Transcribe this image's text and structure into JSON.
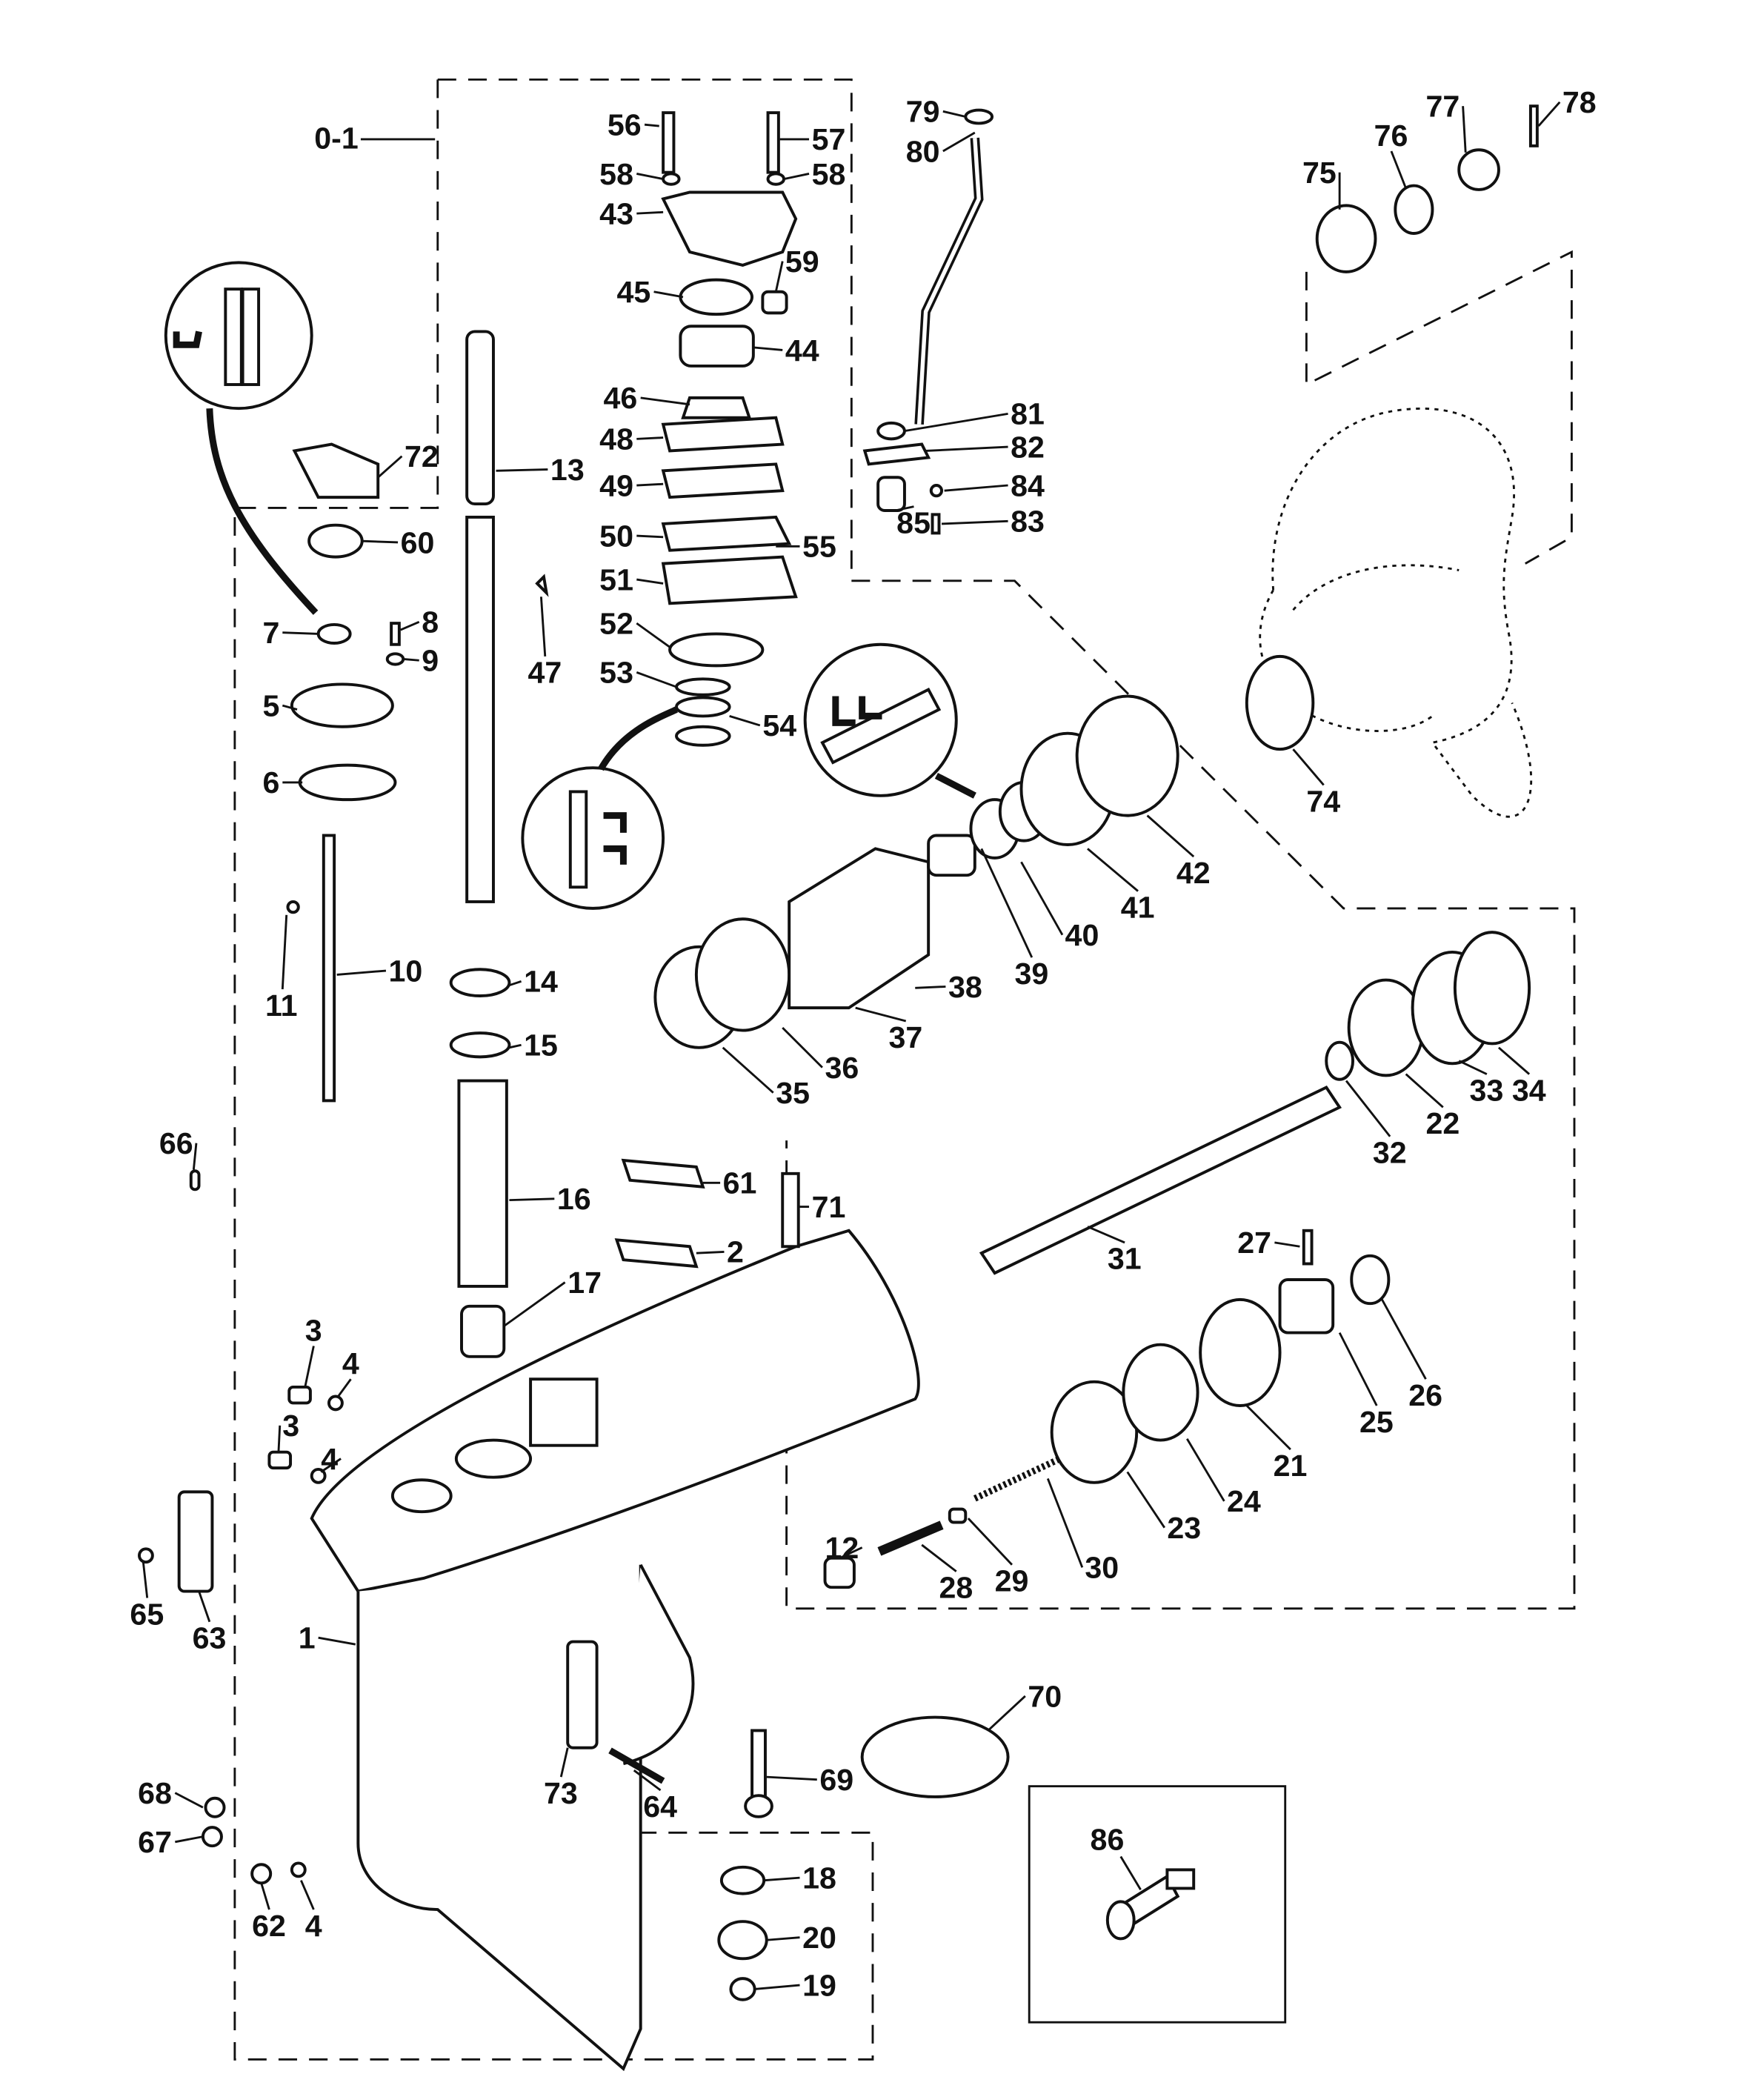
{
  "diagram": {
    "title": "Lower Unit (Gear Housing) Exploded Parts Diagram",
    "group_label": "0-1",
    "inset_box_part": "86",
    "parts": [
      {
        "id": "p1",
        "label": "1",
        "name": "gear-housing"
      },
      {
        "id": "p2",
        "label": "2",
        "name": "anode-plate-gasket"
      },
      {
        "id": "p3a",
        "label": "3",
        "name": "screw"
      },
      {
        "id": "p3b",
        "label": "3",
        "name": "screw"
      },
      {
        "id": "p4a",
        "label": "4",
        "name": "washer"
      },
      {
        "id": "p4b",
        "label": "4",
        "name": "washer"
      },
      {
        "id": "p4c",
        "label": "4",
        "name": "washer"
      },
      {
        "id": "p5",
        "label": "5",
        "name": "shift-shaft-bushing-retainer"
      },
      {
        "id": "p6",
        "label": "6",
        "name": "o-ring"
      },
      {
        "id": "p7",
        "label": "7",
        "name": "seal"
      },
      {
        "id": "p8",
        "label": "8",
        "name": "screw"
      },
      {
        "id": "p9",
        "label": "9",
        "name": "washer"
      },
      {
        "id": "p10",
        "label": "10",
        "name": "shift-shaft"
      },
      {
        "id": "p11",
        "label": "11",
        "name": "e-clip"
      },
      {
        "id": "p12",
        "label": "12",
        "name": "shift-cam"
      },
      {
        "id": "p13",
        "label": "13",
        "name": "drive-shaft"
      },
      {
        "id": "p14",
        "label": "14",
        "name": "bearing"
      },
      {
        "id": "p15",
        "label": "15",
        "name": "shim"
      },
      {
        "id": "p16",
        "label": "16",
        "name": "drive-shaft-tube"
      },
      {
        "id": "p17",
        "label": "17",
        "name": "needle-bearing"
      },
      {
        "id": "p18",
        "label": "18",
        "name": "shim"
      },
      {
        "id": "p19",
        "label": "19",
        "name": "pinion-nut"
      },
      {
        "id": "p20",
        "label": "20",
        "name": "pinion-gear"
      },
      {
        "id": "p21",
        "label": "21",
        "name": "forward-gear"
      },
      {
        "id": "p22",
        "label": "22",
        "name": "reverse-gear"
      },
      {
        "id": "p23",
        "label": "23",
        "name": "shim"
      },
      {
        "id": "p24",
        "label": "24",
        "name": "bearing"
      },
      {
        "id": "p25",
        "label": "25",
        "name": "clutch"
      },
      {
        "id": "p26",
        "label": "26",
        "name": "cross-pin-retainer"
      },
      {
        "id": "p27",
        "label": "27",
        "name": "cross-pin"
      },
      {
        "id": "p28",
        "label": "28",
        "name": "shift-plunger"
      },
      {
        "id": "p29",
        "label": "29",
        "name": "spring-guide"
      },
      {
        "id": "p30",
        "label": "30",
        "name": "spring"
      },
      {
        "id": "p31",
        "label": "31",
        "name": "propeller-shaft"
      },
      {
        "id": "p32",
        "label": "32",
        "name": "thrust-washer"
      },
      {
        "id": "p33",
        "label": "33",
        "name": "shim"
      },
      {
        "id": "p34",
        "label": "34",
        "name": "thrust-washer"
      },
      {
        "id": "p35",
        "label": "35",
        "name": "bearing"
      },
      {
        "id": "p36",
        "label": "36",
        "name": "o-ring"
      },
      {
        "id": "p37",
        "label": "37",
        "name": "bearing-carrier"
      },
      {
        "id": "p38",
        "label": "38",
        "name": "pin"
      },
      {
        "id": "p39",
        "label": "39",
        "name": "needle-bearing"
      },
      {
        "id": "p40",
        "label": "40",
        "name": "oil-seals"
      },
      {
        "id": "p41",
        "label": "41",
        "name": "tab-washer"
      },
      {
        "id": "p42",
        "label": "42",
        "name": "retainer-ring"
      },
      {
        "id": "p43",
        "label": "43",
        "name": "water-pump-body"
      },
      {
        "id": "p44",
        "label": "44",
        "name": "insert-cartridge"
      },
      {
        "id": "p45",
        "label": "45",
        "name": "plate"
      },
      {
        "id": "p46",
        "label": "46",
        "name": "impeller"
      },
      {
        "id": "p47",
        "label": "47",
        "name": "key"
      },
      {
        "id": "p48",
        "label": "48",
        "name": "gasket"
      },
      {
        "id": "p49",
        "label": "49",
        "name": "face-plate"
      },
      {
        "id": "p50",
        "label": "50",
        "name": "gasket"
      },
      {
        "id": "p51",
        "label": "51",
        "name": "pump-base"
      },
      {
        "id": "p52",
        "label": "52",
        "name": "gasket"
      },
      {
        "id": "p53",
        "label": "53",
        "name": "o-ring"
      },
      {
        "id": "p54",
        "label": "54",
        "name": "oil-seals"
      },
      {
        "id": "p55",
        "label": "55",
        "name": "dowel-pin"
      },
      {
        "id": "p56",
        "label": "56",
        "name": "bolt"
      },
      {
        "id": "p57",
        "label": "57",
        "name": "bolt"
      },
      {
        "id": "p58a",
        "label": "58",
        "name": "washer"
      },
      {
        "id": "p58b",
        "label": "58",
        "name": "washer"
      },
      {
        "id": "p59",
        "label": "59",
        "name": "grommet"
      },
      {
        "id": "p60",
        "label": "60",
        "name": "bushing"
      },
      {
        "id": "p61",
        "label": "61",
        "name": "anode"
      },
      {
        "id": "p62",
        "label": "62",
        "name": "drain-screw"
      },
      {
        "id": "p63",
        "label": "63",
        "name": "water-inlet-screen"
      },
      {
        "id": "p64",
        "label": "64",
        "name": "screw"
      },
      {
        "id": "p65",
        "label": "65",
        "name": "washer"
      },
      {
        "id": "p66",
        "label": "66",
        "name": "dowel-pin"
      },
      {
        "id": "p67",
        "label": "67",
        "name": "nut"
      },
      {
        "id": "p68",
        "label": "68",
        "name": "washer"
      },
      {
        "id": "p69",
        "label": "69",
        "name": "screw"
      },
      {
        "id": "p70",
        "label": "70",
        "name": "trim-tab"
      },
      {
        "id": "p71",
        "label": "71",
        "name": "bolt"
      },
      {
        "id": "p72",
        "label": "72",
        "name": "shift-coupler"
      },
      {
        "id": "p73",
        "label": "73",
        "name": "water-inlet-screen"
      },
      {
        "id": "p74",
        "label": "74",
        "name": "thrust-hub"
      },
      {
        "id": "p75",
        "label": "75",
        "name": "spacer"
      },
      {
        "id": "p76",
        "label": "76",
        "name": "washer"
      },
      {
        "id": "p77",
        "label": "77",
        "name": "propeller-nut"
      },
      {
        "id": "p78",
        "label": "78",
        "name": "cotter-pin"
      },
      {
        "id": "p79",
        "label": "79",
        "name": "grommet"
      },
      {
        "id": "p80",
        "label": "80",
        "name": "water-tube"
      },
      {
        "id": "p81",
        "label": "81",
        "name": "seal"
      },
      {
        "id": "p82",
        "label": "82",
        "name": "plate"
      },
      {
        "id": "p83",
        "label": "83",
        "name": "screw"
      },
      {
        "id": "p84",
        "label": "84",
        "name": "washer"
      },
      {
        "id": "p85",
        "label": "85",
        "name": "grommet"
      },
      {
        "id": "p86",
        "label": "86",
        "name": "speedometer-fitting"
      }
    ]
  }
}
